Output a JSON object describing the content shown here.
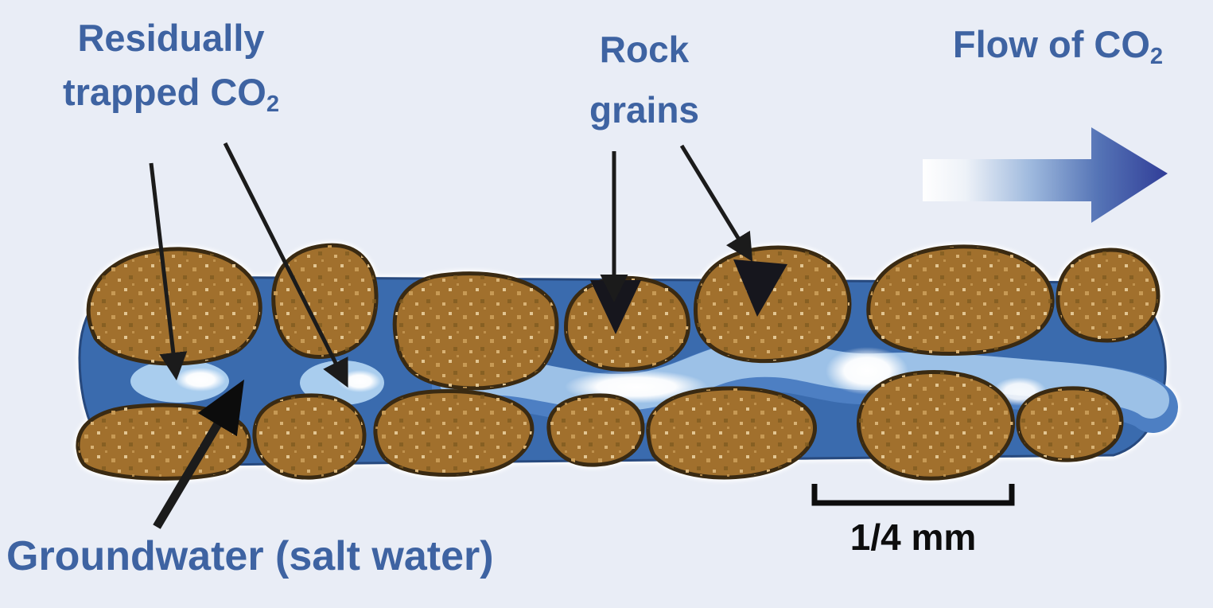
{
  "diagram": {
    "background_color": "#e9edf6",
    "labels": {
      "residual": {
        "line1": "Residually",
        "line2": "trapped CO",
        "sub": "2"
      },
      "rock_grains": {
        "line1": "Rock",
        "line2": "grains"
      },
      "flow": {
        "text": "Flow of CO",
        "sub": "2"
      },
      "groundwater": {
        "text": "Groundwater (salt water)"
      },
      "scale_bar": {
        "text": "1/4 mm"
      }
    },
    "colors": {
      "label_blue": "#3e63a2",
      "grain_fill": "#a1702d",
      "grain_outline": "#3a2a12",
      "groundwater_blue": "#3a6bae",
      "groundwater_edge": "#27497e",
      "co2_channel_light": "#9cc1e7",
      "co2_channel_shadow": "#4d7fc3",
      "co2_bubble": "#a9cdee",
      "highlight_white": "#ffffff",
      "pointer_arrow_black": "#1b1b1b",
      "flow_arrow_tip": "#313e98",
      "scale_text_black": "#0d0d0d"
    },
    "icons": {
      "flow_arrow": "gradient-right-arrow",
      "residual_pointers": "two-black-pointer-arrows",
      "rock_grain_pointers": "two-black-pointer-arrows",
      "groundwater_pointer": "thick-black-pointer-arrow",
      "scale_bar": "bracket-scale-bar"
    }
  }
}
